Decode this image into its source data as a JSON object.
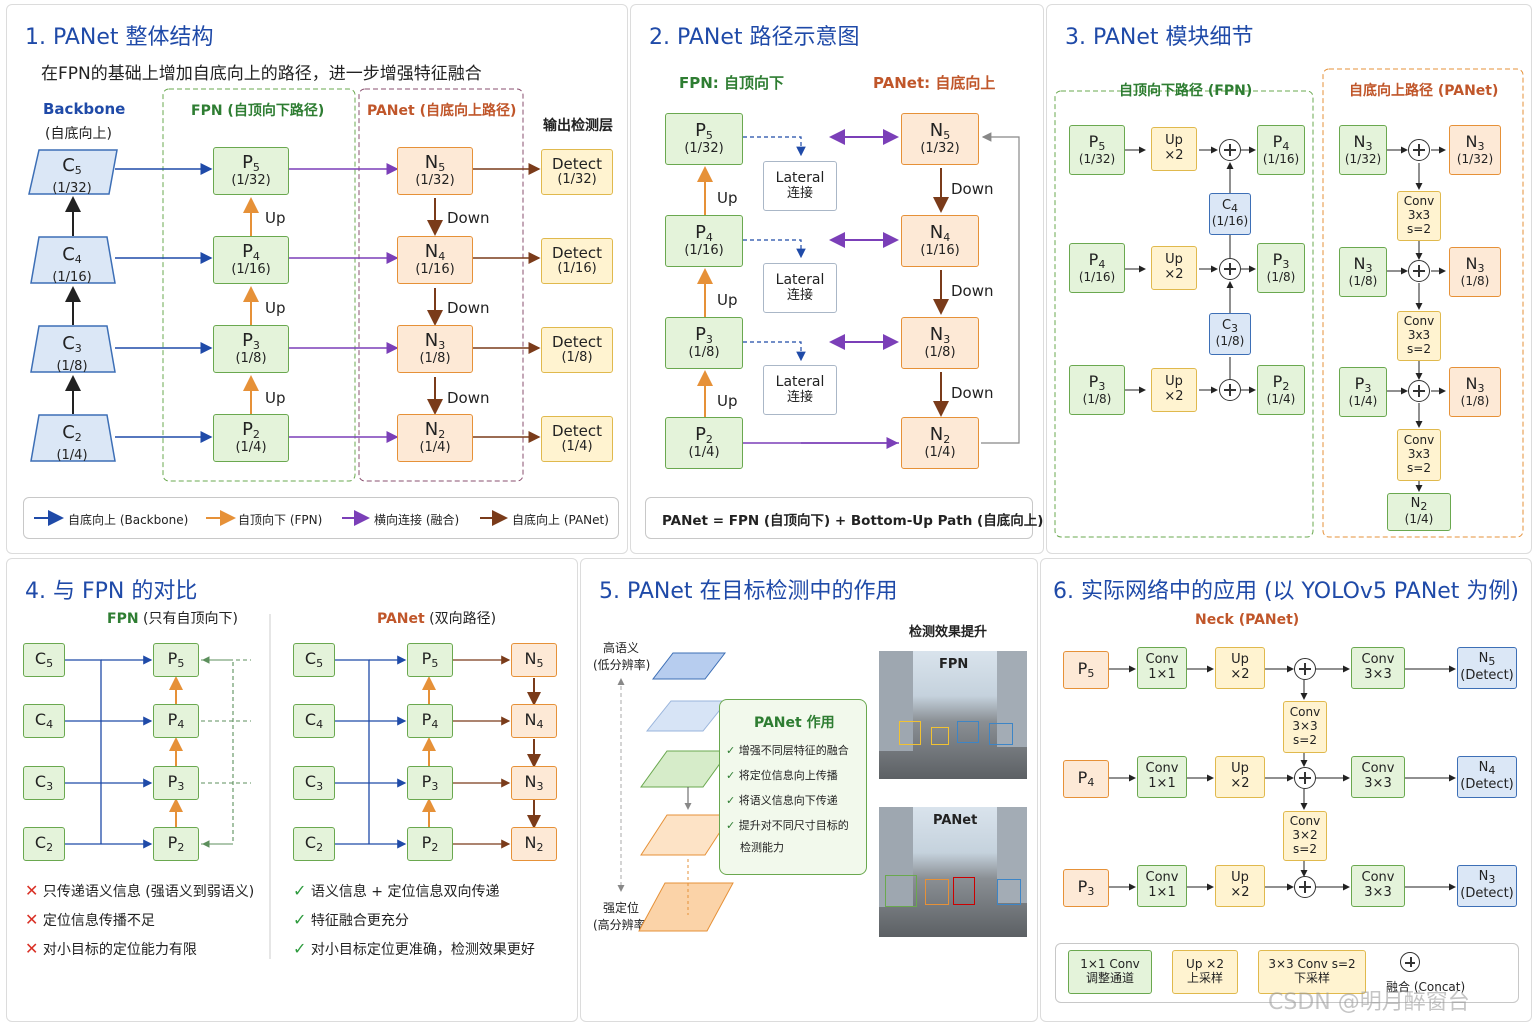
{
  "p1": {
    "title": "1. PANet 整体结构",
    "subtitle": "在FPN的基础上增加自底向上的路径，进一步增强特征融合",
    "backbone": "Backbone",
    "backbone_sub": "(自底向上)",
    "fpn": "FPN (自顶向下路径)",
    "panet": "PANet (自底向上路径)",
    "out": "输出检测层",
    "c": [
      "C",
      "C",
      "C",
      "C"
    ],
    "cs": [
      "5",
      "4",
      "3",
      "2"
    ],
    "scale": [
      "(1/32)",
      "(1/16)",
      "(1/8)",
      "(1/4)"
    ],
    "up": "Up",
    "down": "Down",
    "detect": "Detect",
    "legend": [
      "自底向上 (Backbone)",
      "自顶向下 (FPN)",
      "横向连接 (融合)",
      "自底向上 (PANet)"
    ]
  },
  "p2": {
    "title": "2. PANet 路径示意图",
    "fpn": "FPN: 自顶向下",
    "panet": "PANet: 自底向上",
    "lateral": "Lateral",
    "lateral_cn": "连接",
    "up": "Up",
    "down": "Down",
    "formula": "PANet = FPN (自顶向下) + Bottom-Up Path (自底向上)"
  },
  "p3": {
    "title": "3. PANet 模块细节",
    "fpn": "自顶向下路径 (FPN)",
    "panet": "自底向上路径 (PANet)",
    "up": "Up",
    "x2": "×2",
    "conv": "Conv",
    "k": "3x3",
    "s": "s=2"
  },
  "p4": {
    "title": "4. 与 FPN 的对比",
    "fpn": "FPN",
    "fpn_note": "(只有自顶向下)",
    "panet": "PANet",
    "panet_note": "(双向路径)",
    "cons": [
      "只传递语义信息 (强语义到弱语义)",
      "定位信息传播不足",
      "对小目标的定位能力有限"
    ],
    "pros": [
      "语义信息 + 定位信息双向传递",
      "特征融合更充分",
      "对小目标定位更准确，检测效果更好"
    ]
  },
  "p5": {
    "title": "5. PANet 在目标检测中的作用",
    "hi": "高语义",
    "hi_sub": "(低分辨率)",
    "lo": "强定位",
    "lo_sub": "(高分辨率)",
    "box_title": "PANet 作用",
    "items": [
      "增强不同层特征的融合",
      "将定位信息向上传播",
      "将语义信息向下传递",
      "提升对不同尺寸目标的",
      "检测能力"
    ],
    "effect": "检测效果提升",
    "fpn": "FPN",
    "panet": "PANet"
  },
  "p6": {
    "title": "6. 实际网络中的应用 (以 YOLOv5 PANet 为例)",
    "neck": "Neck (PANet)",
    "conv": "Conv",
    "k1": "1×1",
    "up": "Up",
    "x2": "×2",
    "k3": "3×3",
    "k32": "3×2",
    "s": "s=2",
    "det": "(Detect)",
    "legend": [
      "1×1 Conv",
      "调整通道",
      "Up ×2",
      "上采样",
      "3×3 Conv s=2",
      "下采样",
      "融合 (Concat)"
    ]
  },
  "watermark": "CSDN @明月醉窗台"
}
